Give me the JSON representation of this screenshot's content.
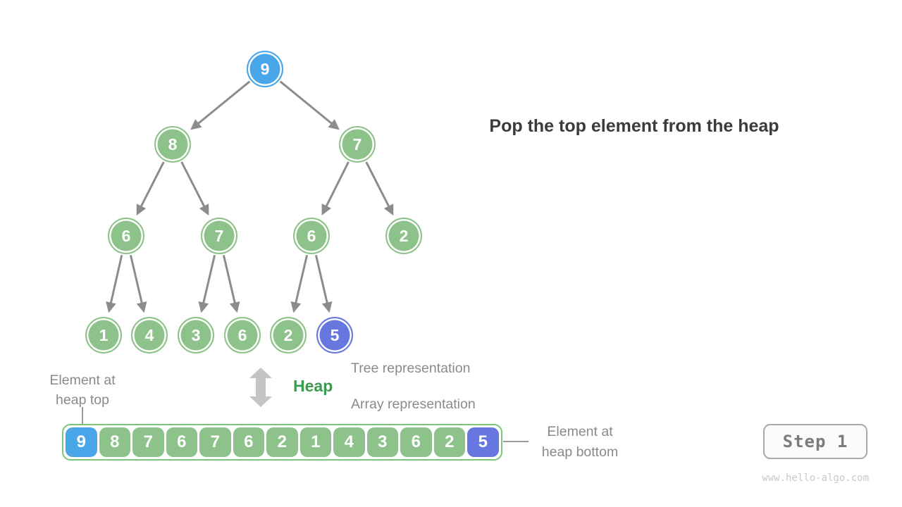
{
  "title": "Pop the top element from the heap",
  "annotations": {
    "heap_top": {
      "line1": "Element at",
      "line2": "heap top"
    },
    "heap_bottom": {
      "line1": "Element at",
      "line2": "heap bottom"
    },
    "heap_label": "Heap",
    "tree_representation": "Tree representation",
    "array_representation": "Array representation"
  },
  "tree": {
    "nodes": [
      {
        "value": "9",
        "role": "top"
      },
      {
        "value": "8",
        "role": "normal"
      },
      {
        "value": "7",
        "role": "normal"
      },
      {
        "value": "6",
        "role": "normal"
      },
      {
        "value": "7",
        "role": "normal"
      },
      {
        "value": "6",
        "role": "normal"
      },
      {
        "value": "2",
        "role": "normal"
      },
      {
        "value": "1",
        "role": "normal"
      },
      {
        "value": "4",
        "role": "normal"
      },
      {
        "value": "3",
        "role": "normal"
      },
      {
        "value": "6",
        "role": "normal"
      },
      {
        "value": "2",
        "role": "normal"
      },
      {
        "value": "5",
        "role": "bottom"
      }
    ],
    "edges": [
      [
        0,
        1
      ],
      [
        0,
        2
      ],
      [
        1,
        3
      ],
      [
        1,
        4
      ],
      [
        2,
        5
      ],
      [
        2,
        6
      ],
      [
        3,
        7
      ],
      [
        3,
        8
      ],
      [
        4,
        9
      ],
      [
        4,
        10
      ],
      [
        5,
        11
      ],
      [
        5,
        12
      ]
    ]
  },
  "array": {
    "cells": [
      {
        "value": "9",
        "role": "top"
      },
      {
        "value": "8",
        "role": "normal"
      },
      {
        "value": "7",
        "role": "normal"
      },
      {
        "value": "6",
        "role": "normal"
      },
      {
        "value": "7",
        "role": "normal"
      },
      {
        "value": "6",
        "role": "normal"
      },
      {
        "value": "2",
        "role": "normal"
      },
      {
        "value": "1",
        "role": "normal"
      },
      {
        "value": "4",
        "role": "normal"
      },
      {
        "value": "3",
        "role": "normal"
      },
      {
        "value": "6",
        "role": "normal"
      },
      {
        "value": "2",
        "role": "normal"
      },
      {
        "value": "5",
        "role": "bottom"
      }
    ]
  },
  "step_badge": "Step 1",
  "watermark": "www.hello-algo.com",
  "colors": {
    "node_green": "#8dc38b",
    "node_blue": "#49a6e8",
    "node_purple": "#6678df",
    "edge_gray": "#8c8c8c",
    "heap_text_green": "#3d9b50",
    "updown_arrow_gray": "#c4c4c4"
  }
}
